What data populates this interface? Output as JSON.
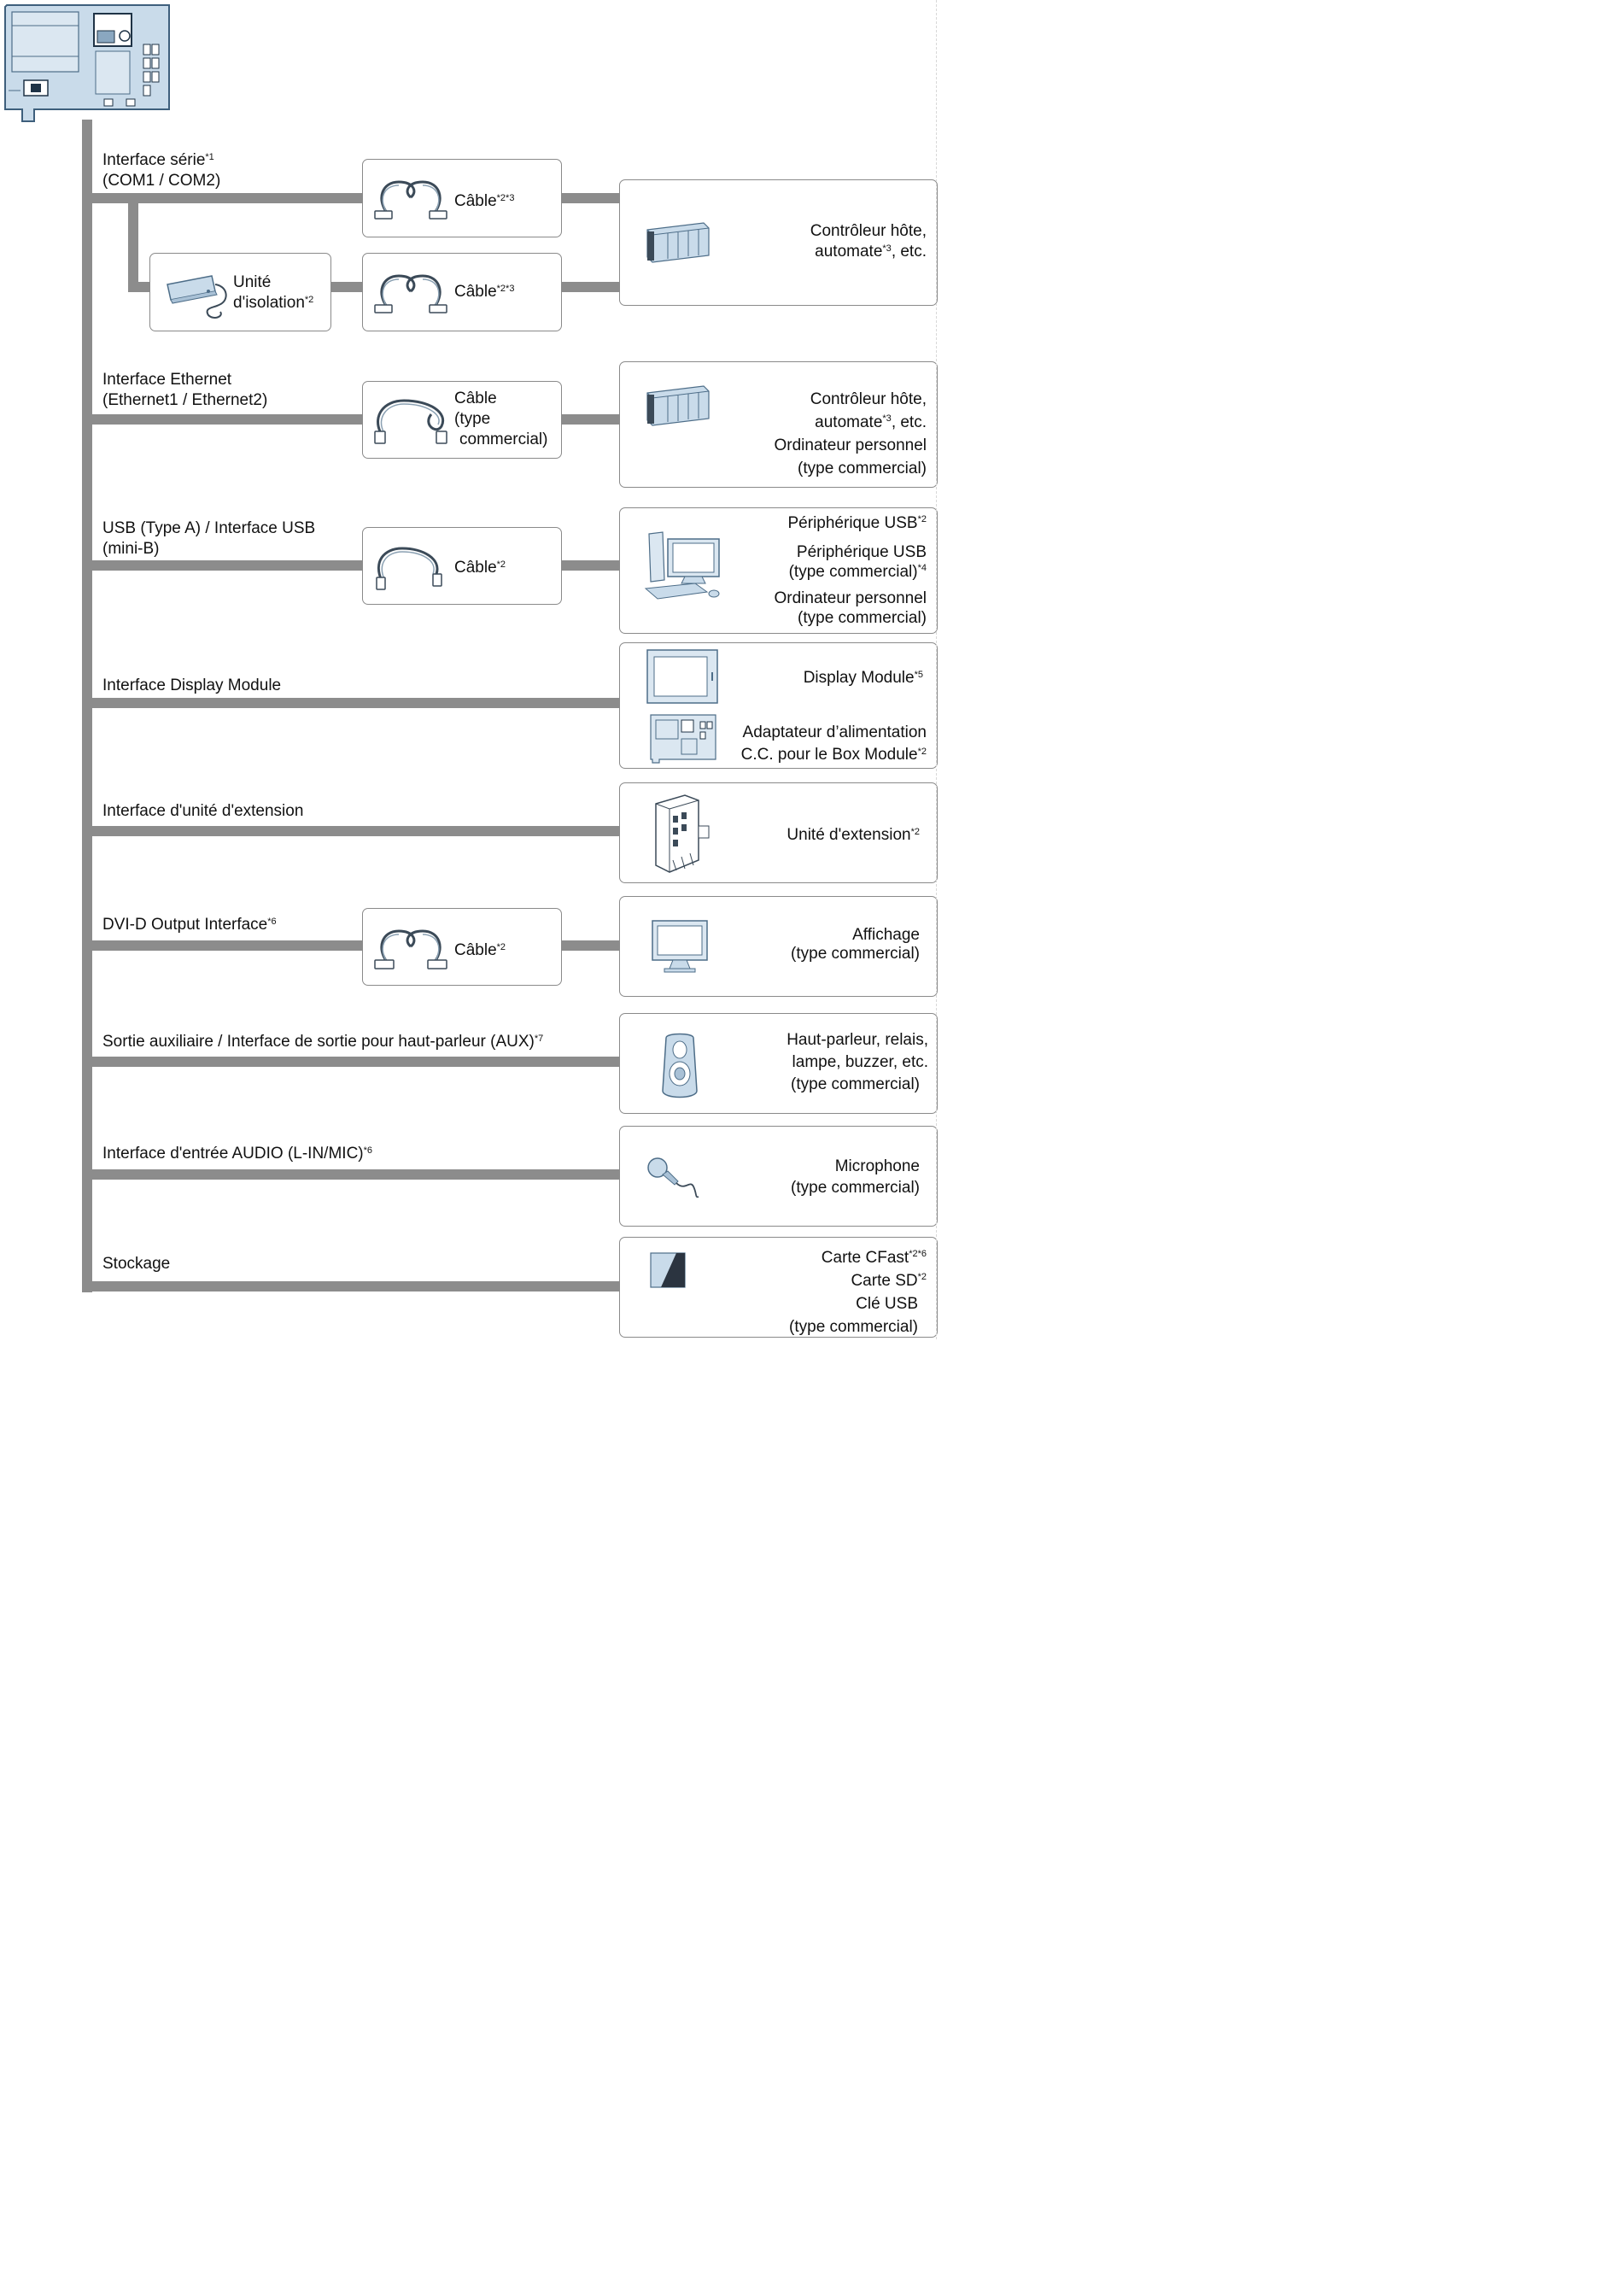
{
  "colors": {
    "trunk": "#8c8c8c",
    "box_border": "#8a8a8a",
    "device_fill": "#c9dbea",
    "device_line": "#4d6d88"
  },
  "interfaces": {
    "serial": {
      "line1": "Interface série",
      "sup": "*1",
      "line2": "(COM1 / COM2)"
    },
    "ethernet": {
      "line1": "Interface Ethernet",
      "line2": "(Ethernet1 / Ethernet2)"
    },
    "usb": {
      "line1": "USB (Type A) / Interface USB",
      "line2": "(mini-B)"
    },
    "display_module": {
      "line1": "Interface Display Module"
    },
    "expansion": {
      "line1": "Interface d'unité d'extension"
    },
    "dvi": {
      "line1": "DVI-D Output Interface",
      "sup": "*6"
    },
    "aux": {
      "line1": "Sortie auxiliaire / Interface de sortie pour haut-parleur (AUX)",
      "sup": "*7"
    },
    "audio": {
      "line1": "Interface d'entrée AUDIO (L-IN/MIC)",
      "sup": "*6"
    },
    "storage": {
      "line1": "Stockage"
    }
  },
  "cables": {
    "serial1": {
      "label": "Câble",
      "sup": "*2*3",
      "icon": "db9-cable-icon"
    },
    "serial2": {
      "label": "Câble",
      "sup": "*2*3",
      "icon": "db9-cable-icon"
    },
    "isolation": {
      "line1": "Unité",
      "line2": "d'isolation",
      "sup": "*2",
      "icon": "isolation-unit-icon"
    },
    "ethernet": {
      "line1": "Câble",
      "line2": "(type",
      "line3": "commercial)",
      "icon": "ethernet-cable-icon"
    },
    "usb": {
      "label": "Câble",
      "sup": "*2",
      "icon": "usb-cable-icon"
    },
    "dvi": {
      "label": "Câble",
      "sup": "*2",
      "icon": "dvi-cable-icon"
    }
  },
  "devices": {
    "serial": {
      "line1": "Contrôleur hôte,",
      "line2_pre": "automate",
      "line2_sup": "*3",
      "line2_post": ", etc.",
      "icon": "plc-icon"
    },
    "ethernet": {
      "line1": "Contrôleur hôte,",
      "line2_pre": "automate",
      "line2_sup": "*3",
      "line2_post": ", etc.",
      "line3": "Ordinateur personnel",
      "line4": "(type commercial)",
      "icon": "plc-icon"
    },
    "usb": {
      "line1": "Périphérique USB",
      "line1_sup": "*2",
      "line2": "Périphérique USB",
      "line3": "(type commercial)",
      "line3_sup": "*4",
      "line4": "Ordinateur personnel",
      "line5": "(type commercial)",
      "icon": "personal-computer-icon"
    },
    "display_module": {
      "line1": "Display Module",
      "line1_sup": "*5",
      "line2": "Adaptateur d’alimentation",
      "line3": "C.C. pour le Box Module",
      "line3_sup": "*2",
      "icons": [
        "display-module-icon",
        "box-module-adapter-icon"
      ]
    },
    "expansion": {
      "line1": "Unité d'extension",
      "line1_sup": "*2",
      "icon": "expansion-unit-icon"
    },
    "dvi": {
      "line1": "Affichage",
      "line2": "(type commercial)",
      "icon": "monitor-icon"
    },
    "aux": {
      "line1": "Haut-parleur, relais,",
      "line2": "lampe, buzzer, etc.",
      "line3": "(type commercial)",
      "icon": "speaker-icon"
    },
    "audio": {
      "line1": "Microphone",
      "line2": "(type commercial)",
      "icon": "microphone-icon"
    },
    "storage": {
      "line1": "Carte CFast",
      "line1_sup": "*2*6",
      "line2": "Carte SD",
      "line2_sup": "*2",
      "line3": "Clé USB",
      "line4": "(type commercial)",
      "icon": "storage-card-icon"
    }
  }
}
